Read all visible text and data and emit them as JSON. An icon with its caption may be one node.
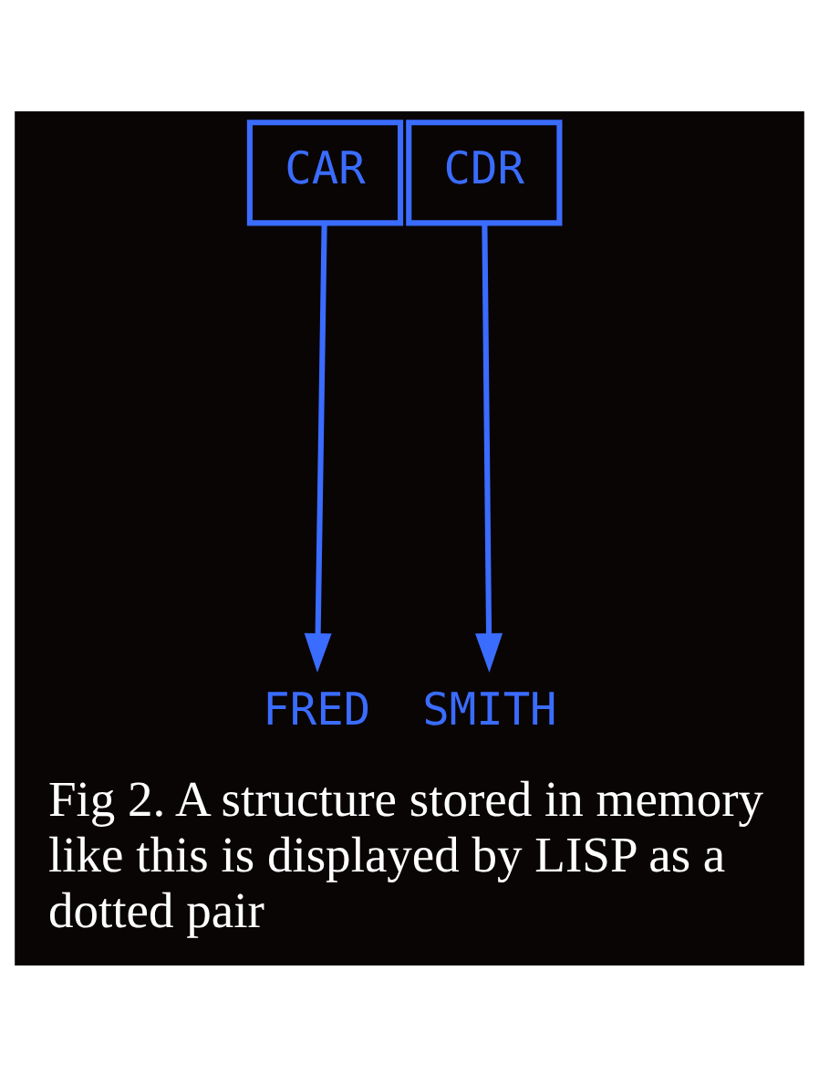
{
  "diagram": {
    "caption": "Fig 2. A structure stored in memory like this is displayed by LISP as a dotted pair",
    "nodes": [
      {
        "text": [
          "CAR"
        ]
      },
      {
        "text": [
          "CDR"
        ]
      },
      {
        "text": [
          "FRED"
        ]
      },
      {
        "text": [
          "SMITH"
        ]
      }
    ],
    "edges": [
      {
        "from": 0,
        "to": 2,
        "arrow": "to"
      },
      {
        "from": 1,
        "to": 3,
        "arrow": "to"
      }
    ]
  }
}
